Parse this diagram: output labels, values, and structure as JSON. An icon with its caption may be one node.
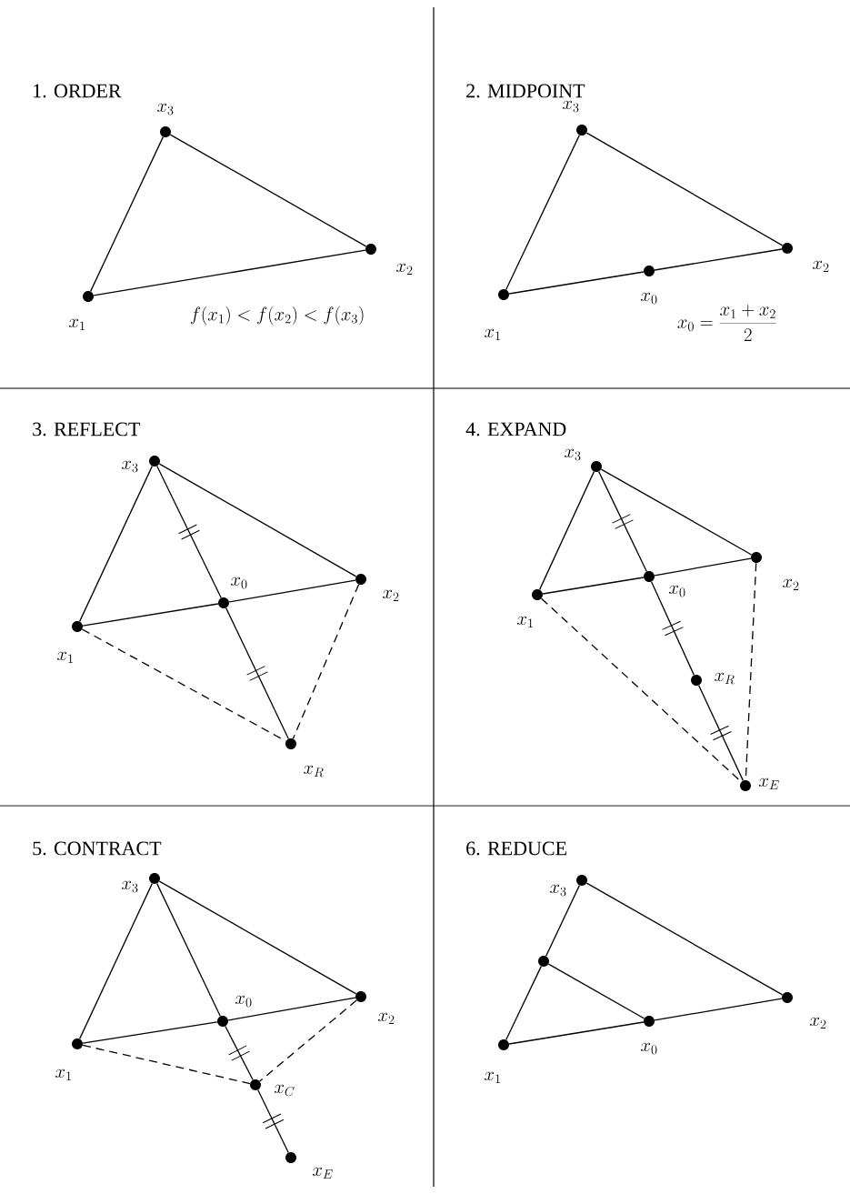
{
  "diagram": {
    "nodes": [
      {
        "text": [],
        "shape": "circle",
        "beside": [
          "x_3"
        ]
      },
      {
        "text": [],
        "shape": "circle",
        "beside": [
          "x_2"
        ]
      },
      {
        "text": [],
        "shape": "circle",
        "beside": [
          "x_1"
        ]
      },
      {
        "text": [],
        "shape": "circle",
        "beside": [
          "x_3"
        ]
      },
      {
        "text": [],
        "shape": "circle",
        "beside": [
          "x_2"
        ]
      },
      {
        "text": [],
        "shape": "circle",
        "beside": [
          "x_0"
        ]
      },
      {
        "text": [],
        "shape": "circle",
        "beside": [
          "x_1"
        ]
      },
      {
        "text": [],
        "shape": "circle",
        "beside": [
          "x_3"
        ]
      },
      {
        "text": [],
        "shape": "circle",
        "beside": [
          "x_2"
        ]
      },
      {
        "text": [],
        "shape": "circle",
        "beside": [
          "x_0"
        ]
      },
      {
        "text": [],
        "shape": "circle",
        "beside": [
          "x_1"
        ]
      },
      {
        "text": [],
        "shape": "circle",
        "beside": [
          "x_R"
        ]
      },
      {
        "text": [],
        "shape": "circle",
        "beside": [
          "x_3"
        ]
      },
      {
        "text": [],
        "shape": "circle",
        "beside": [
          "x_2"
        ]
      },
      {
        "text": [],
        "shape": "circle",
        "beside": [
          "x_0"
        ]
      },
      {
        "text": [],
        "shape": "circle",
        "beside": [
          "x_1"
        ]
      },
      {
        "text": [],
        "shape": "circle",
        "beside": [
          "x_R"
        ]
      },
      {
        "text": [],
        "shape": "circle",
        "beside": [
          "x_E"
        ]
      },
      {
        "text": [],
        "shape": "circle",
        "beside": [
          "x_3"
        ]
      },
      {
        "text": [],
        "shape": "circle",
        "beside": [
          "x_2"
        ]
      },
      {
        "text": [],
        "shape": "circle",
        "beside": [
          "x_0"
        ]
      },
      {
        "text": [],
        "shape": "circle",
        "beside": [
          "x_1"
        ]
      },
      {
        "text": [],
        "shape": "circle",
        "beside": [
          "x_C"
        ]
      },
      {
        "text": [],
        "shape": "circle",
        "beside": [
          "x_E"
        ]
      },
      {
        "text": [],
        "shape": "circle",
        "beside": [
          "x_3"
        ]
      },
      {
        "text": [],
        "shape": "circle"
      },
      {
        "text": [],
        "shape": "circle",
        "beside": [
          "x_2"
        ]
      },
      {
        "text": [],
        "shape": "circle",
        "beside": [
          "x_0"
        ]
      },
      {
        "text": [],
        "shape": "circle",
        "beside": [
          "x_1"
        ]
      }
    ],
    "edges": [
      {
        "from": 2,
        "to": 0,
        "arrow": "none"
      },
      {
        "from": 0,
        "to": 1,
        "arrow": "none"
      },
      {
        "from": 2,
        "to": 1,
        "arrow": "none"
      },
      {
        "from": 6,
        "to": 3,
        "arrow": "none"
      },
      {
        "from": 3,
        "to": 4,
        "arrow": "none"
      },
      {
        "from": 6,
        "to": 5,
        "arrow": "none"
      },
      {
        "from": 5,
        "to": 4,
        "arrow": "none"
      },
      {
        "from": 10,
        "to": 7,
        "arrow": "none"
      },
      {
        "from": 7,
        "to": 8,
        "arrow": "none"
      },
      {
        "from": 10,
        "to": 9,
        "arrow": "none"
      },
      {
        "from": 9,
        "to": 8,
        "arrow": "none"
      },
      {
        "from": 7,
        "to": 9,
        "arrow": "none"
      },
      {
        "from": 9,
        "to": 11,
        "arrow": "none"
      },
      {
        "from": 10,
        "to": 11,
        "arrow": "none",
        "style": "dashed"
      },
      {
        "from": 8,
        "to": 11,
        "arrow": "none",
        "style": "dashed"
      },
      {
        "from": 15,
        "to": 12,
        "arrow": "none"
      },
      {
        "from": 12,
        "to": 13,
        "arrow": "none"
      },
      {
        "from": 15,
        "to": 14,
        "arrow": "none"
      },
      {
        "from": 14,
        "to": 13,
        "arrow": "none"
      },
      {
        "from": 12,
        "to": 14,
        "arrow": "none"
      },
      {
        "from": 14,
        "to": 16,
        "arrow": "none"
      },
      {
        "from": 16,
        "to": 17,
        "arrow": "none"
      },
      {
        "from": 15,
        "to": 17,
        "arrow": "none",
        "style": "dashed"
      },
      {
        "from": 13,
        "to": 17,
        "arrow": "none",
        "style": "dashed"
      },
      {
        "from": 21,
        "to": 18,
        "arrow": "none"
      },
      {
        "from": 18,
        "to": 19,
        "arrow": "none"
      },
      {
        "from": 21,
        "to": 20,
        "arrow": "none"
      },
      {
        "from": 20,
        "to": 19,
        "arrow": "none"
      },
      {
        "from": 18,
        "to": 20,
        "arrow": "none"
      },
      {
        "from": 20,
        "to": 22,
        "arrow": "none"
      },
      {
        "from": 22,
        "to": 23,
        "arrow": "none"
      },
      {
        "from": 21,
        "to": 22,
        "arrow": "none",
        "style": "dashed"
      },
      {
        "from": 19,
        "to": 22,
        "arrow": "none",
        "style": "dashed"
      },
      {
        "from": 28,
        "to": 25,
        "arrow": "none"
      },
      {
        "from": 25,
        "to": 24,
        "arrow": "none"
      },
      {
        "from": 24,
        "to": 26,
        "arrow": "none"
      },
      {
        "from": 28,
        "to": 27,
        "arrow": "none"
      },
      {
        "from": 27,
        "to": 26,
        "arrow": "none"
      },
      {
        "from": 25,
        "to": 27,
        "arrow": "none"
      }
    ],
    "labels": [
      "1. ORDER",
      "2. MIDPOINT",
      "f(x_1) < f(x_2) < f(x_3)",
      "x_0 = \\frac{x_1 + x_2}{2}",
      "3. REFLECT",
      "4. EXPAND",
      "5. CONTRACT",
      "6. REDUCE"
    ]
  }
}
